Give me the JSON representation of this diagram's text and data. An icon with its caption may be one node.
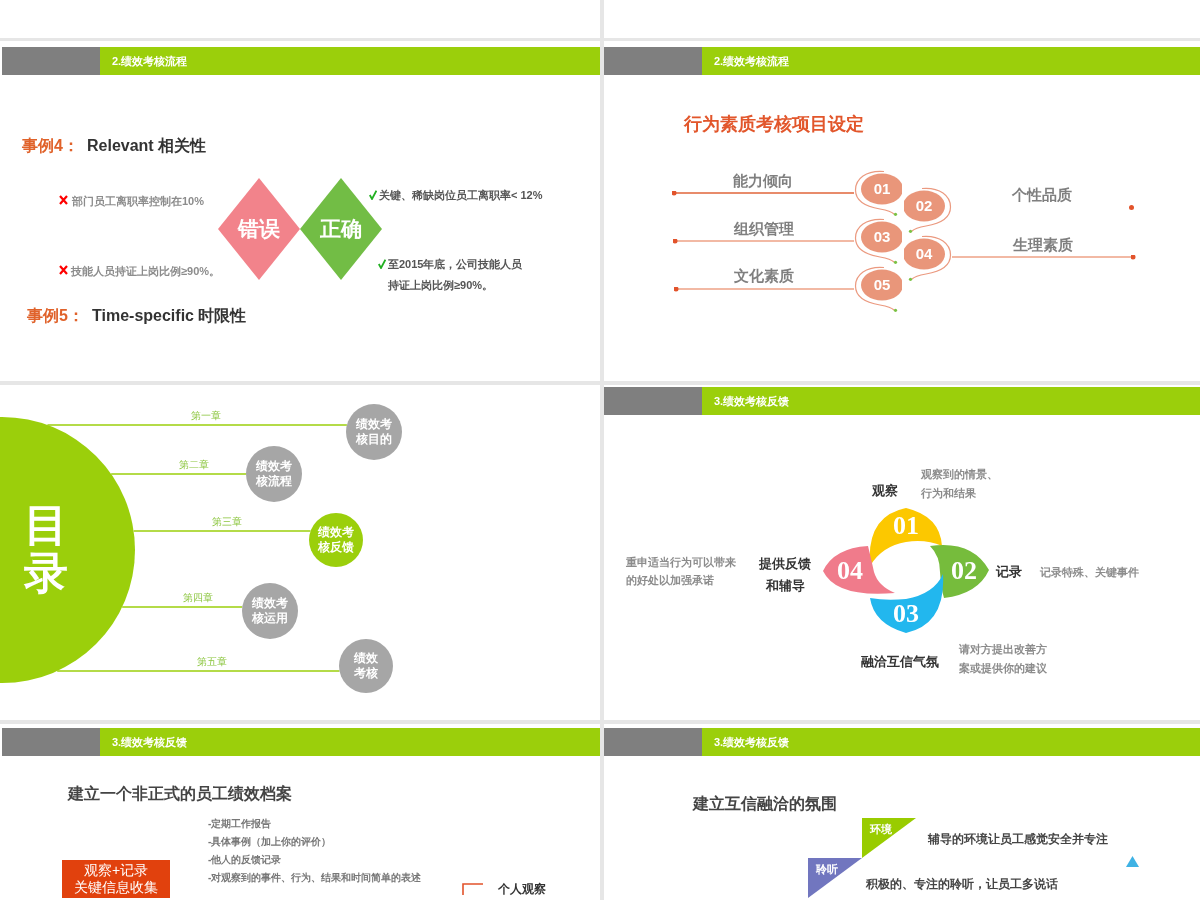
{
  "diagram": {
    "nodes": [
      {
        "text": [
          "2.绩效考核流程"
        ]
      },
      {
        "text": [
          "错误"
        ],
        "beside": [
          "部门员工离职率控制在10%",
          "技能人员持证上岗比例≥90%。"
        ]
      },
      {
        "text": [
          "正确"
        ],
        "beside": [
          "关键、稀缺岗位员工离职率< 12%",
          "至2015年底，公司技能人员持证上岗比例≥90%。"
        ]
      },
      {
        "text": [
          "2.绩效考核流程"
        ]
      },
      {
        "text": [
          "01"
        ]
      },
      {
        "text": [
          "02"
        ]
      },
      {
        "text": [
          "03"
        ]
      },
      {
        "text": [
          "04"
        ]
      },
      {
        "text": [
          "05"
        ]
      },
      {
        "text": [
          "目录"
        ]
      },
      {
        "text": [
          "绩效考核目的"
        ]
      },
      {
        "text": [
          "绩效考核流程"
        ]
      },
      {
        "text": [
          "绩效考核反馈"
        ]
      },
      {
        "text": [
          "绩效考核运用"
        ]
      },
      {
        "text": [
          "绩效考核"
        ]
      },
      {
        "text": [
          "3.绩效考核反馈"
        ]
      },
      {
        "text": [
          "01"
        ],
        "beside": [
          "观察",
          "观察到的情景、行为和结果"
        ]
      },
      {
        "text": [
          "02"
        ],
        "beside": [
          "记录",
          "记录特殊、关键事件"
        ]
      },
      {
        "text": [
          "03"
        ],
        "beside": [
          "融洽互信气氛",
          "请对方提出改善方案或提供你的建议"
        ]
      },
      {
        "text": [
          "04"
        ],
        "beside": [
          "提供反馈和辅导",
          "重申适当行为可以带来的好处以加强承诺"
        ]
      },
      {
        "text": [
          "3.绩效考核反馈"
        ]
      },
      {
        "text": [
          "观察+记录",
          "关键信息收集"
        ]
      },
      {
        "text": [
          "3.绩效考核反馈"
        ]
      },
      {
        "text": [
          "环境"
        ],
        "beside": [
          "辅导的环境让员工感觉安全并专注"
        ]
      },
      {
        "text": [
          "聆听"
        ],
        "beside": [
          "积极的、专注的聆听，让员工多说话"
        ]
      }
    ],
    "edges": [
      {
        "from": 4,
        "to": null,
        "arrow": "other",
        "label": "能力倾向",
        "color": "#e0643a"
      },
      {
        "from": 6,
        "to": null,
        "arrow": "other",
        "label": "组织管理",
        "color": "#eea286"
      },
      {
        "from": 8,
        "to": null,
        "arrow": "other",
        "label": "文化素质",
        "color": "#eea286"
      },
      {
        "from": 7,
        "to": null,
        "arrow": "other",
        "label": "生理素质",
        "color": "#eea286"
      },
      {
        "from": 9,
        "to": 10,
        "arrow": "none",
        "label": "第一章"
      },
      {
        "from": 9,
        "to": 11,
        "arrow": "none",
        "label": "第二章"
      },
      {
        "from": 9,
        "to": 12,
        "arrow": "none",
        "label": "第三章"
      },
      {
        "from": 9,
        "to": 13,
        "arrow": "none",
        "label": "第四章"
      },
      {
        "from": 9,
        "to": 14,
        "arrow": "none",
        "label": "第五章"
      }
    ],
    "labels": [
      "事例4：",
      "Relevant 相关性",
      "事例5：",
      "Time-specific 时限性",
      "行为素质考核项目设定",
      "个性品质",
      "建立一个非正式的员工绩效档案",
      "-定期工作报告",
      "-具体事例（加上你的评价）",
      "-他人的反馈记录",
      "-对观察到的事件、行为、结果和时间简单的表述",
      "个人观察",
      "建立互信融洽的氛围"
    ]
  }
}
